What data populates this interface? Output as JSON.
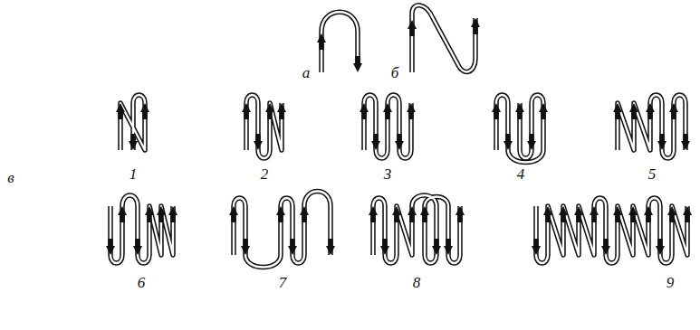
{
  "diagram": {
    "labels": [
      "а",
      "б",
      "в",
      "1",
      "2",
      "3",
      "4",
      "5",
      "6",
      "7",
      "8",
      "9"
    ]
  }
}
